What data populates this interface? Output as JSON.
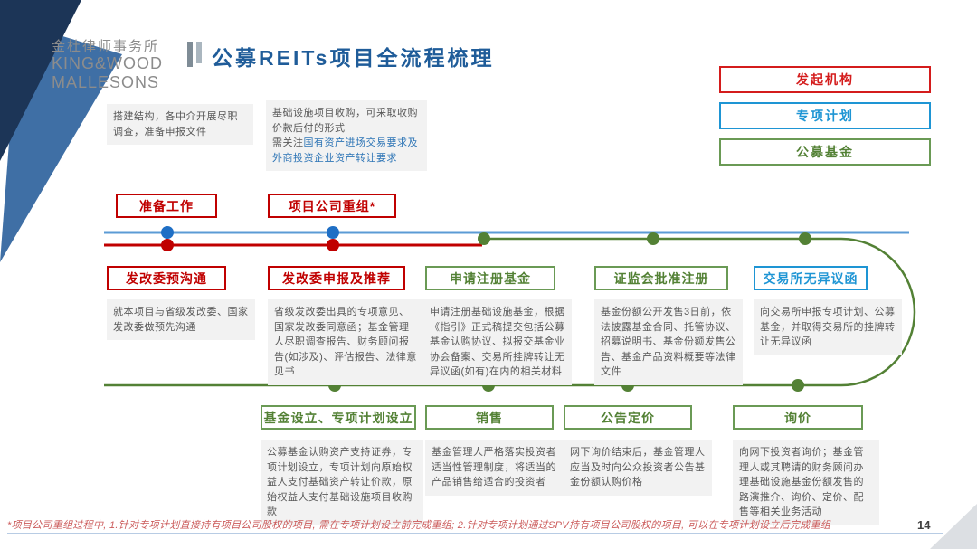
{
  "page": {
    "title": "公募REITs项目全流程梳理",
    "page_number": "14",
    "footnote": "*项目公司重组过程中, 1.针对专项计划直接持有项目公司股权的项目, 需在专项计划设立前完成重组; 2.针对专项计划通过SPV持有项目公司股权的项目, 可以在专项计划设立后完成重组"
  },
  "logo": {
    "cn": "金杜律师事务所",
    "en_line1": "KING&WOOD",
    "en_line2": "MALLESONS"
  },
  "legend": [
    {
      "label": "发起机构",
      "color": "#d41c1c"
    },
    {
      "label": "专项计划",
      "color": "#1e95d4"
    },
    {
      "label": "公募基金",
      "color": "#538135"
    }
  ],
  "colors": {
    "red_line": "#c00000",
    "blue_line": "#5b9bd5",
    "blue_dot": "#1f6fc5",
    "green_line": "#538135",
    "title_blue": "#1f5c99"
  },
  "stages": {
    "top": [
      {
        "label": "准备工作",
        "desc": "搭建结构，各中介开展尽职调查，准备申报文件"
      },
      {
        "label": "项目公司重组*",
        "desc_line1": "基础设施项目收购，可采取收购价款后付的形式",
        "desc_prefix": "需关注",
        "desc_blue": "国有资产进场交易要求及外商投资企业资产转让要求"
      }
    ],
    "middle": [
      {
        "label": "发改委预沟通",
        "desc": "就本项目与省级发改委、国家发改委做预先沟通"
      },
      {
        "label": "发改委申报及推荐",
        "desc": "省级发改委出具的专项意见、国家发改委同意函；基金管理人尽职调查报告、财务顾问报告(如涉及)、评估报告、法律意见书"
      },
      {
        "label": "申请注册基金",
        "desc": "申请注册基础设施基金，根据《指引》正式稿提交包括公募基金认购协议、拟报交基金业协会备案、交易所挂牌转让无异议函(如有)在内的相关材料"
      },
      {
        "label": "证监会批准注册",
        "desc": "基金份额公开发售3日前，依法披露基金合同、托管协议、招募说明书、基金份额发售公告、基金产品资料概要等法律文件"
      },
      {
        "label": "交易所无异议函",
        "desc": "向交易所申报专项计划、公募基金，并取得交易所的挂牌转让无异议函"
      }
    ],
    "bottom": [
      {
        "label": "基金设立、专项计划设立",
        "desc": "公募基金认购资产支持证券，专项计划设立，专项计划向原始权益人支付基础资产转让价款，原始权益人支付基础设施项目收购款"
      },
      {
        "label": "销售",
        "desc": "基金管理人严格落实投资者适当性管理制度，将适当的产品销售给适合的投资者"
      },
      {
        "label": "公告定价",
        "desc": "网下询价结束后，基金管理人应当及时向公众投资者公告基金份额认购价格"
      },
      {
        "label": "询价",
        "desc": "向网下投资者询价；基金管理人或其聘请的财务顾问办理基础设施基金份额发售的路演推介、询价、定价、配售等相关业务活动"
      }
    ]
  }
}
